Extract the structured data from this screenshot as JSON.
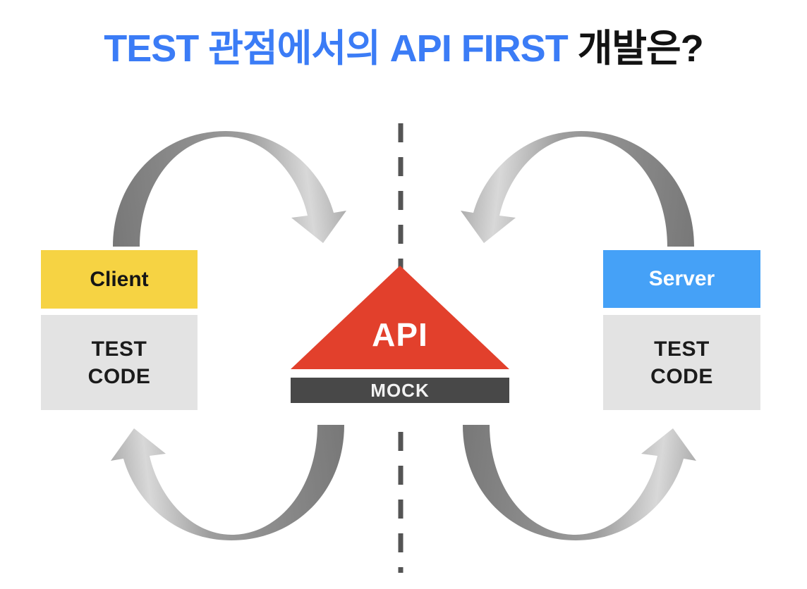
{
  "title": {
    "highlight": "TEST 관점에서의 API FIRST",
    "suffix": " 개발은?"
  },
  "client": {
    "label": "Client",
    "test_code": [
      "TEST",
      "CODE"
    ]
  },
  "server": {
    "label": "Server",
    "test_code": [
      "TEST",
      "CODE"
    ]
  },
  "api": {
    "label": "API"
  },
  "mock": {
    "label": "MOCK"
  },
  "icons": {
    "flow_arrows": [
      "flow-arrow-top-left",
      "flow-arrow-top-right",
      "flow-arrow-bottom-left",
      "flow-arrow-bottom-right"
    ],
    "divider": "dashed-center-divider"
  },
  "colors": {
    "title_blue": "#3B7CF6",
    "title_black": "#121212",
    "client_yellow": "#F6D343",
    "server_blue": "#45A1F7",
    "box_gray": "#E3E3E3",
    "api_red": "#E2402C",
    "mock_dark": "#484848",
    "dash_gray": "#545454",
    "arrow_dark": "#787878",
    "arrow_light": "#D8D8D8"
  }
}
